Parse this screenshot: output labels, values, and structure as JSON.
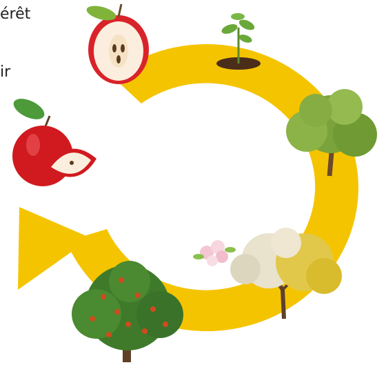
{
  "text_fragments": {
    "line1": "érêt",
    "line2": "ir"
  },
  "cycle": {
    "stages": [
      "apple-cut-half",
      "seedling",
      "young-tree",
      "tree-in-bloom",
      "apple-blossom",
      "fruit-tree",
      "whole-apple-with-slice"
    ],
    "colors": {
      "arrow": "#f5c400",
      "leaf": "#6aa83a",
      "trunk": "#6b4a2b",
      "apple_red": "#d01a1f",
      "blossom": "#f3c6d2"
    }
  }
}
